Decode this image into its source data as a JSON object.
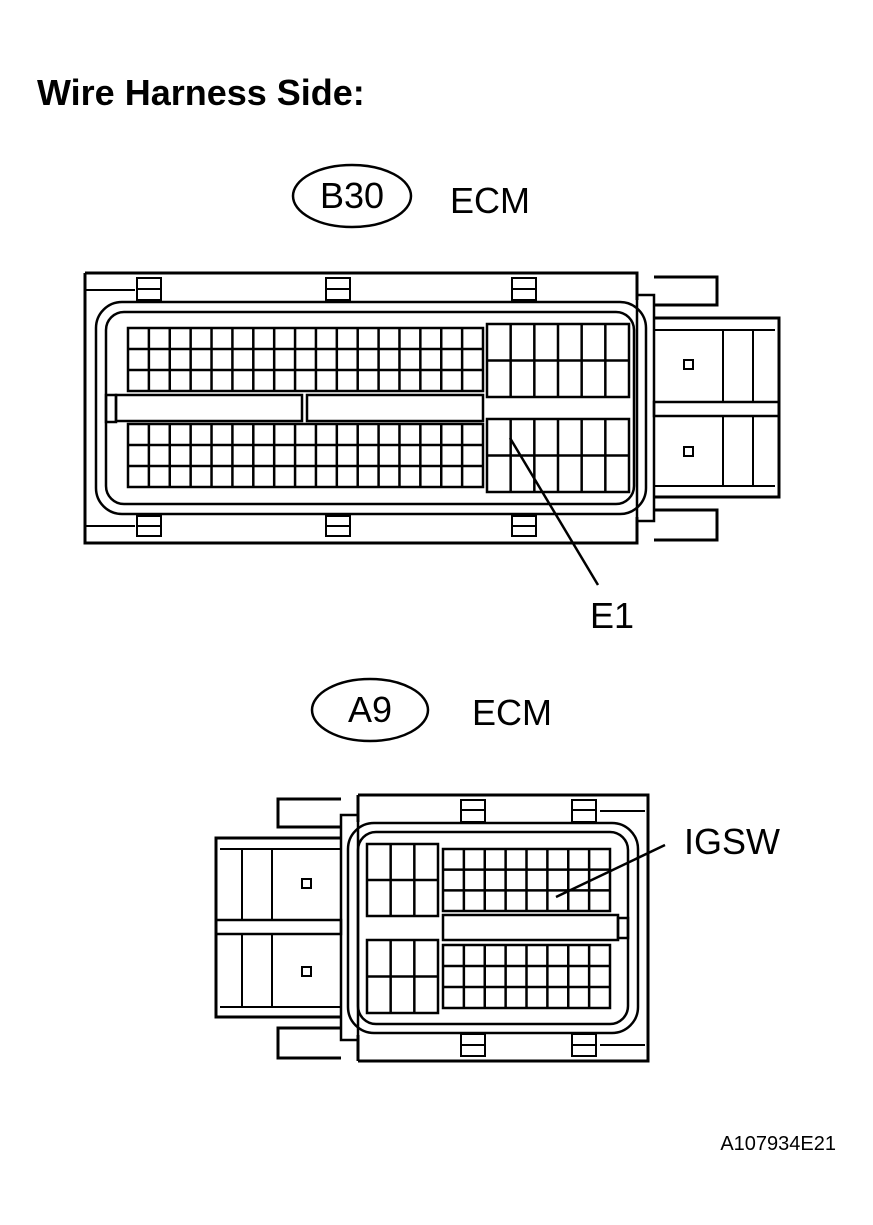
{
  "title": "Wire Harness Side:",
  "connectors": [
    {
      "code": "B30",
      "name": "ECM",
      "callout": "E1",
      "layout": {
        "left_block_top": {
          "rows": 3,
          "cols": 17
        },
        "left_block_bottom": {
          "rows": 3,
          "cols": 17
        },
        "right_block_top": {
          "rows": 2,
          "cols": 6
        },
        "right_block_bottom": {
          "rows": 2,
          "cols": 6
        }
      }
    },
    {
      "code": "A9",
      "name": "ECM",
      "callout": "IGSW",
      "layout": {
        "left_block_top": {
          "rows": 2,
          "cols": 3
        },
        "left_block_bottom": {
          "rows": 2,
          "cols": 3
        },
        "right_block_top": {
          "rows": 3,
          "cols": 8
        },
        "right_block_bottom": {
          "rows": 3,
          "cols": 8
        }
      }
    }
  ],
  "figure_id": "A107934E21",
  "colors": {
    "line": "#000000",
    "background": "#ffffff"
  }
}
